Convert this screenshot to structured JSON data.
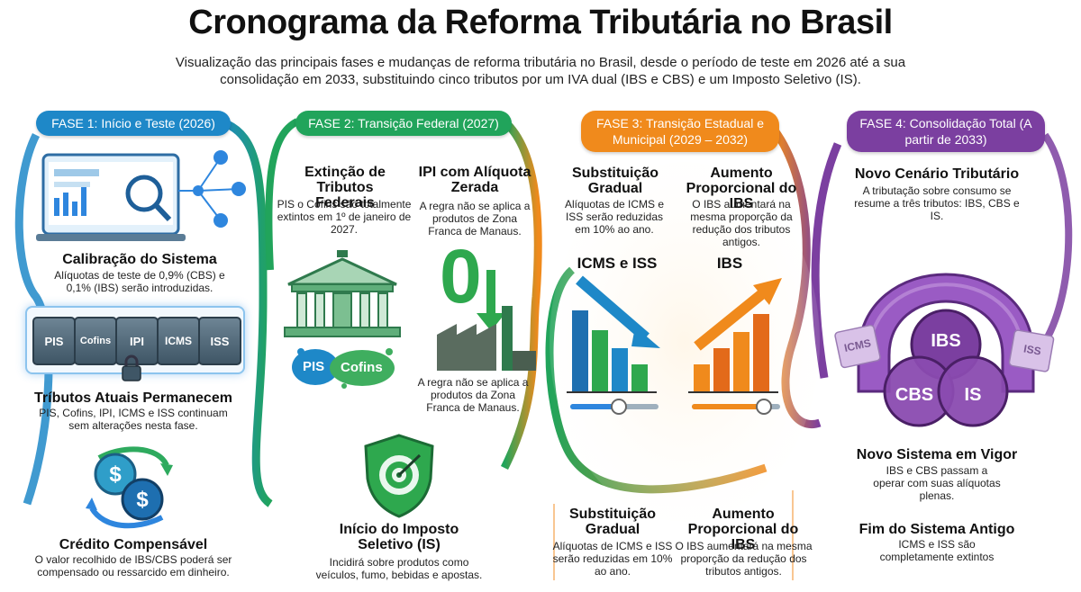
{
  "header": {
    "title": "Cronograma da Reforma Tributária no Brasil",
    "subtitle": "Visualização das principais fases e mudanças de reforma tributária no Brasil, desde o período de teste em 2026 até a sua consolidação em 2033, substituindo cinco tributos por um IVA dual (IBS e CBS) e um Imposto Seletivo (IS)."
  },
  "colors": {
    "fase1": "#1e88c8",
    "fase2": "#21a45b",
    "fase3": "#f08a1c",
    "fase4": "#7b3fa0"
  },
  "fase1": {
    "label": "FASE 1: Início e Teste (2026)",
    "calibracao": {
      "title": "Calibração do Sistema",
      "text": "Alíquotas de teste de 0,9% (CBS) e 0,1% (IBS) serão introduzidas."
    },
    "tiles": [
      "PIS",
      "Cofins",
      "IPI",
      "ICMS",
      "ISS"
    ],
    "tributos": {
      "title": "Tríbutos Atuais Permanecem",
      "text": "PIS, Cofins, IPI, ICMS e ISS continuam sem alterações nesta fase."
    },
    "credito": {
      "title": "Crédito Compensável",
      "text": "O valor recolhido de IBS/CBS poderá ser compensado ou ressarcido em dinheiro."
    }
  },
  "fase2": {
    "label": "FASE 2: Transição Federal (2027)",
    "extincao": {
      "title": "Extinção de Tributos Federais",
      "text": "PIS o Cofins são totalmente extintos em 1º de janeiro de 2027."
    },
    "ipi": {
      "title": "IPI com Alíquota Zerada",
      "text": "A regra não se aplica a produtos de Zona Franca de Manaus."
    },
    "ipi_note": "A regra não se aplica a produtos da Zona Franca de Manaus.",
    "badges": [
      "PIS",
      "Cofins"
    ],
    "zero_glyph": "0",
    "seletivo": {
      "title": "Início do Imposto Seletivo (IS)",
      "text": "Incidirá sobre produtos como veículos, fumo, bebidas e apostas."
    }
  },
  "fase3": {
    "label": "FASE 3: Transição Estadual e Municipal (2029 – 2032)",
    "substituicao": {
      "title": "Substituição Gradual",
      "text": "Alíquotas de ICMS e ISS serão reduzidas em 10% ao ano."
    },
    "aumento": {
      "title": "Aumento Proporcional do IBS",
      "text": "O IBS aumentará na mesma proporção da redução dos tributos antigos."
    },
    "chart_left_label": "ICMS e ISS",
    "chart_right_label": "IBS",
    "bottom_substituicao": {
      "title": "Substituição Gradual",
      "text": "Alíquotas de ICMS e ISS serão reduzidas em 10% ao ano."
    },
    "bottom_aumento": {
      "title": "Aumento Proporcional do IBS",
      "text": "O IBS aumentará na mesma proporção da redução dos tributos antigos."
    }
  },
  "fase4": {
    "label": "FASE 4: Consolidação Total (A partir de 2033)",
    "cenario": {
      "title": "Novo Cenário Tributário",
      "text": "A tributação sobre consumo se resume a três tributos: IBS, CBS e IS."
    },
    "circles": [
      "IBS",
      "CBS",
      "IS"
    ],
    "side_tags": [
      "ICMS",
      "ISS"
    ],
    "vigor": {
      "title": "Novo Sistema em Vigor",
      "text": "IBS e CBS passam a operar com suas alíquotas plenas."
    },
    "fim": {
      "title": "Fim do Sistema Antigo",
      "text": "ICMS e ISS são completamente extintos"
    }
  }
}
